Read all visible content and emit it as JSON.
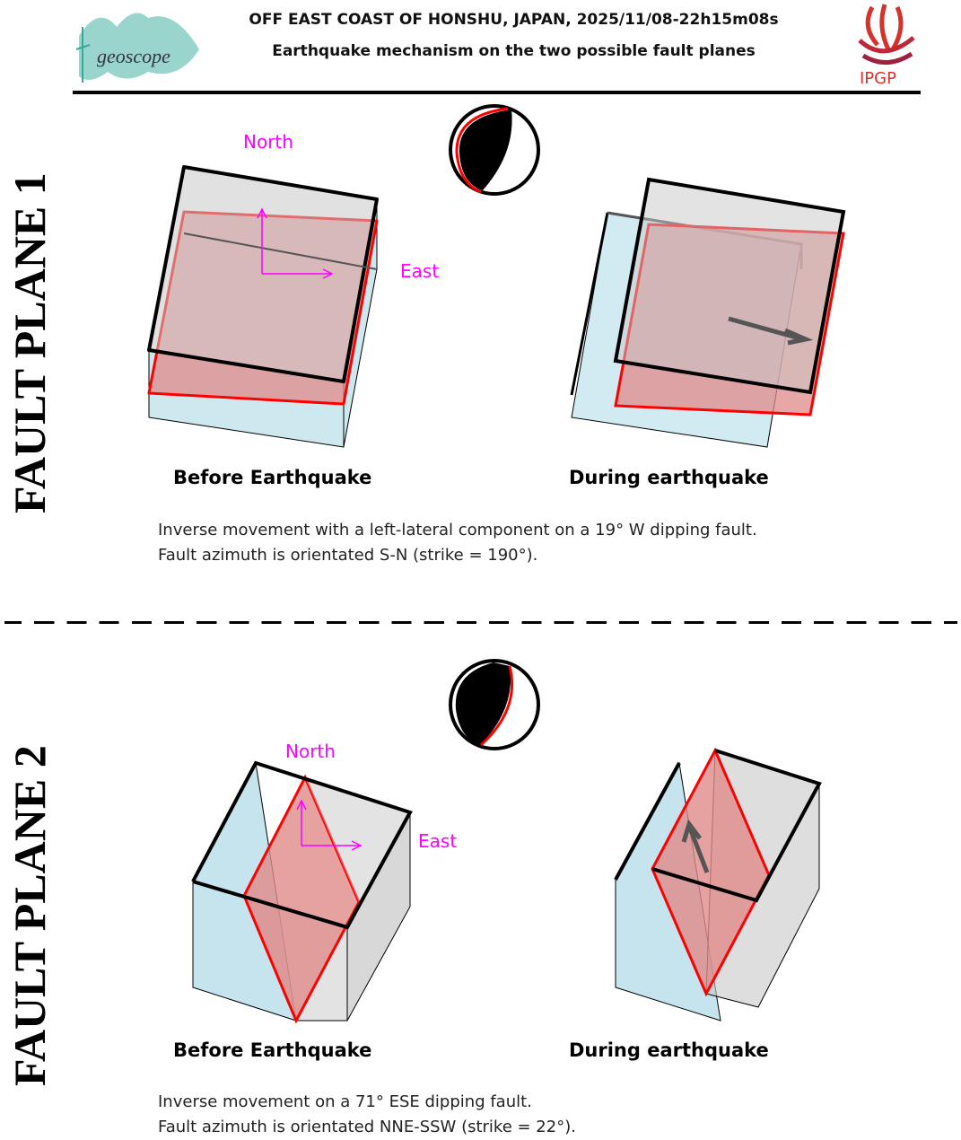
{
  "header": {
    "title": "OFF EAST COAST OF HONSHU, JAPAN, 2025/11/08-22h15m08s",
    "subtitle": "Earthquake mechanism on the two possible fault planes",
    "logo_left": "geoscope",
    "logo_right": "IPGP"
  },
  "colors": {
    "fault": "#ff0000",
    "fault_fill": "#e08a8a",
    "block_blue": "#add8e6",
    "block_gray": "#c8c8c8",
    "compass": "#ff00ff"
  },
  "planes": [
    {
      "side_label": "FAULT PLANE 1",
      "north": "North",
      "east": "East",
      "before_label": "Before Earthquake",
      "during_label": "During earthquake",
      "desc_line1": "Inverse movement with a left-lateral component on a 19° W dipping fault.",
      "desc_line2": "Fault azimuth is orientated S-N (strike = 190°)."
    },
    {
      "side_label": "FAULT PLANE 2",
      "north": "North",
      "east": "East",
      "before_label": "Before Earthquake",
      "during_label": "During earthquake",
      "desc_line1": "Inverse movement on a 71° ESE dipping fault.",
      "desc_line2": "Fault azimuth is orientated NNE-SSW (strike = 22°)."
    }
  ]
}
